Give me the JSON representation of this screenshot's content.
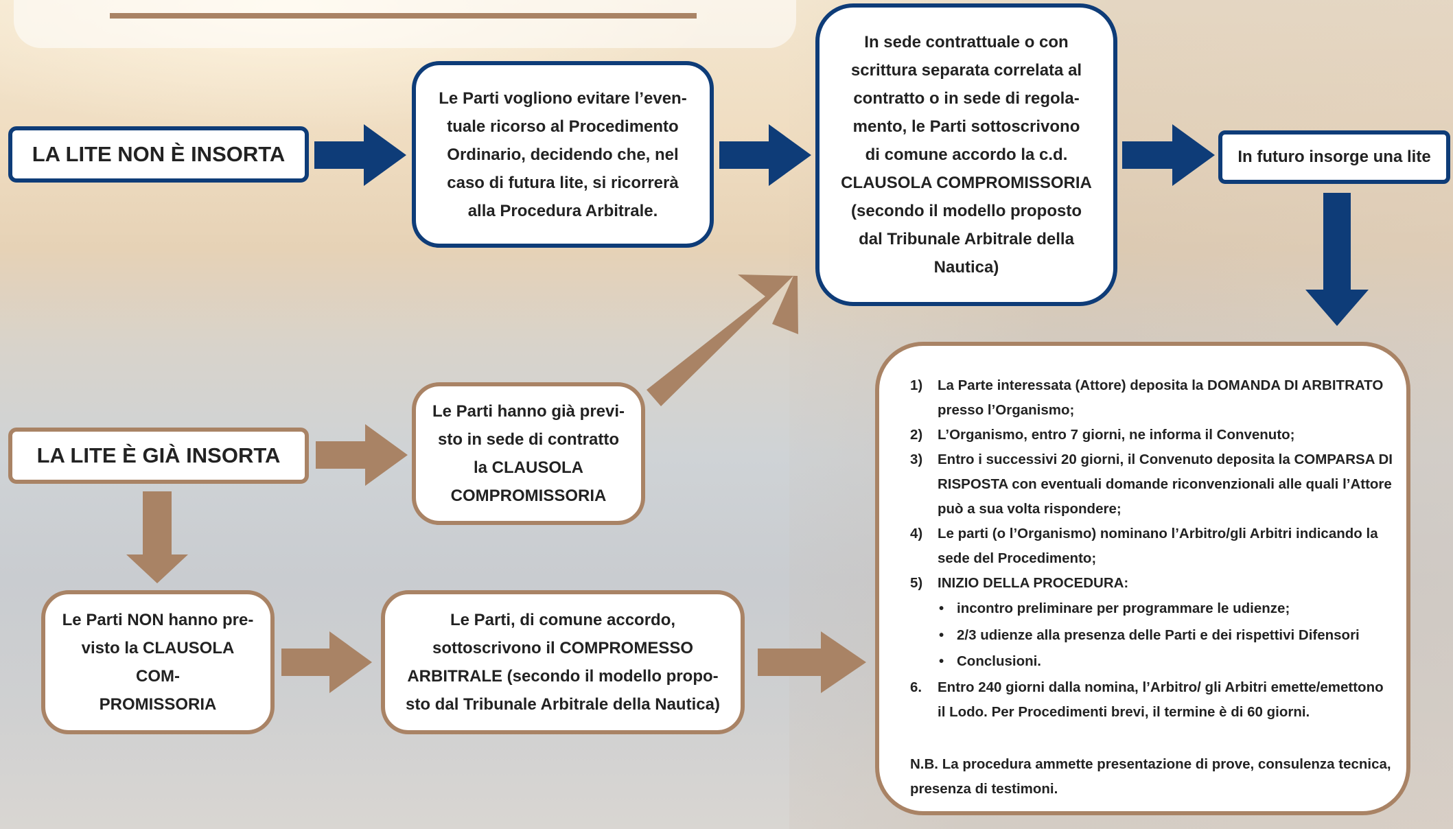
{
  "colors": {
    "blue": "#0e3c78",
    "brown": "#a98365"
  },
  "left": {
    "non_insorta": "LA LITE NON È INSORTA",
    "gia_insorta": "LA LITE È GIÀ INSORTA"
  },
  "boxes": {
    "evitare": [
      "Le Parti vogliono evitare l’even-",
      "tuale ricorso al Procedimento",
      "Ordinario, decidendo che, nel",
      "caso di futura lite, si ricorrerà",
      "alla Procedura Arbitrale."
    ],
    "clausola": [
      "In sede contrattuale o con",
      "scrittura separata correlata al",
      "contratto o in sede di regola-",
      "mento, le Parti sottoscrivono",
      "di comune accordo la c.d.",
      "CLAUSOLA COMPROMISSORIA",
      "(secondo il modello proposto",
      "dal Tribunale Arbitrale della",
      "Nautica)"
    ],
    "futuro": "In futuro insorge una lite",
    "gia_previsto": [
      "Le Parti hanno già previ-",
      "sto in sede di contratto",
      "la CLAUSOLA",
      "COMPROMISSORIA"
    ],
    "non_previsto": [
      "Le Parti NON hanno pre-",
      "visto la CLAUSOLA COM-",
      "PROMISSORIA"
    ],
    "compromesso": [
      "Le Parti, di comune accordo,",
      "sottoscrivono il COMPROMESSO",
      "ARBITRALE (secondo il modello propo-",
      "sto dal Tribunale Arbitrale della Nautica)"
    ]
  },
  "procedure": {
    "steps": [
      {
        "num": "1)",
        "lines": [
          "La Parte interessata (Attore) deposita la DOMANDA DI ARBITRATO",
          "presso l’Organismo;"
        ]
      },
      {
        "num": "2)",
        "lines": [
          "L’Organismo, entro 7 giorni, ne informa il Convenuto;"
        ]
      },
      {
        "num": "3)",
        "lines": [
          "Entro i successivi 20 giorni, il Convenuto deposita la COMPARSA DI",
          "RISPOSTA con eventuali domande riconvenzionali alle quali l’Attore",
          "può a sua volta rispondere;"
        ]
      },
      {
        "num": "4)",
        "lines": [
          "Le parti (o l’Organismo) nominano l’Arbitro/gli Arbitri indicando la",
          "sede del Procedimento;"
        ]
      },
      {
        "num": "5)",
        "lines": [
          "INIZIO DELLA PROCEDURA:"
        ]
      }
    ],
    "bullets": [
      "incontro preliminare per programmare le udienze;",
      "2/3 udienze alla presenza delle Parti e dei rispettivi Difensori",
      "Conclusioni."
    ],
    "step6": {
      "num": "6.",
      "lines": [
        "Entro 240 giorni dalla nomina, l’Arbitro/ gli Arbitri emette/emettono",
        "il Lodo. Per Procedimenti brevi, il termine è di 60 giorni."
      ]
    },
    "note": [
      "N.B. La procedura ammette presentazione di prove, consulenza tecnica,",
      "presenza di testimoni."
    ]
  }
}
